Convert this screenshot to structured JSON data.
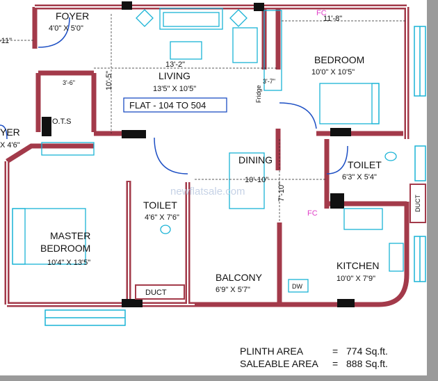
{
  "rooms": {
    "foyer_top": {
      "name": "FOYER",
      "size": "4'0\" X 5'0\""
    },
    "living": {
      "name": "LIVING",
      "size": "13'5\" X 10'5\"",
      "width_dim": "13'-2\"",
      "depth_dim": "10'-5\""
    },
    "flat_label": "FLAT - 104 TO 504",
    "bedroom": {
      "name": "BEDROOM",
      "size": "10'0\" X 10'5\"",
      "width_dim": "11'-8\""
    },
    "fridge": "Fridge",
    "fridge_dim": "3'-7\"",
    "dining": {
      "name": "DINING",
      "width_dim": "10'-10\"",
      "depth_dim": "7'-10\""
    },
    "toilet_right": {
      "name": "TOILET",
      "size": "6'3\" X 5'4\""
    },
    "foyer_left": {
      "name": "YER",
      "size": "X 4'6\""
    },
    "ots": {
      "name": "O.T.S",
      "dim": "3'-6\""
    },
    "master": {
      "name_line1": "MASTER",
      "name_line2": "BEDROOM",
      "size": "10'4\" X 13'5\""
    },
    "toilet_mid": {
      "name": "TOILET",
      "size": "4'6\" X 7'6\""
    },
    "balcony": {
      "name": "BALCONY",
      "size": "6'9\" X 5'7\""
    },
    "kitchen": {
      "name": "KITCHEN",
      "size": "10'0\" X 7'9\""
    },
    "duct_bottom": "DUCT",
    "duct_right": "DUCT",
    "dw": "DW",
    "left_dim": "-11\""
  },
  "fc_marks": [
    "FC",
    "FC"
  ],
  "watermark": "newflatsale.com",
  "areas": {
    "plinth_label": "PLINTH AREA",
    "plinth_eq": "=",
    "plinth_value": "774 Sq.ft.",
    "saleable_label": "SALEABLE AREA",
    "saleable_eq": "=",
    "saleable_value": "888 Sq.ft."
  },
  "colors": {
    "wall": "#a33a4a",
    "fixture": "#19b3d6",
    "column": "#111111",
    "fc": "#e040c8",
    "door": "#1d4fc4"
  }
}
